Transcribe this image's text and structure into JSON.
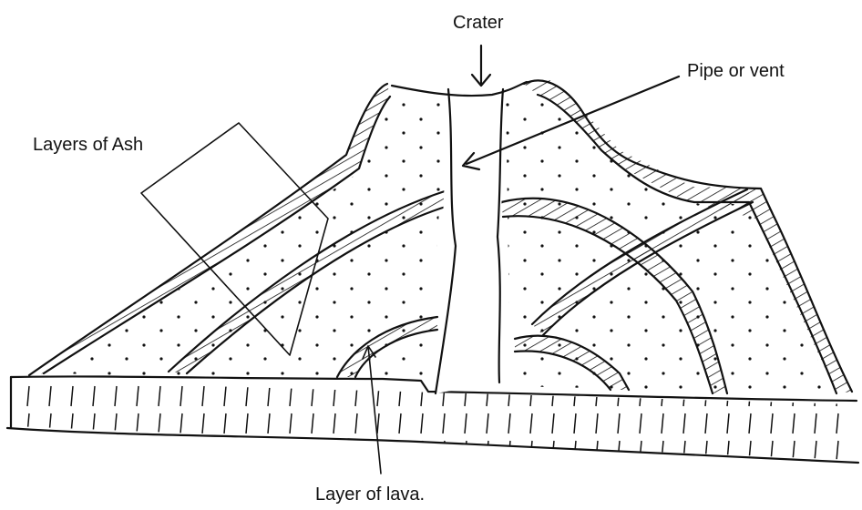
{
  "diagram": {
    "labels": {
      "crater": "Crater",
      "pipe": "Pipe or vent",
      "ash": "Layers of Ash",
      "lava": "Layer of lava."
    },
    "colors": {
      "ink": "#111111",
      "paper": "#ffffff"
    }
  }
}
